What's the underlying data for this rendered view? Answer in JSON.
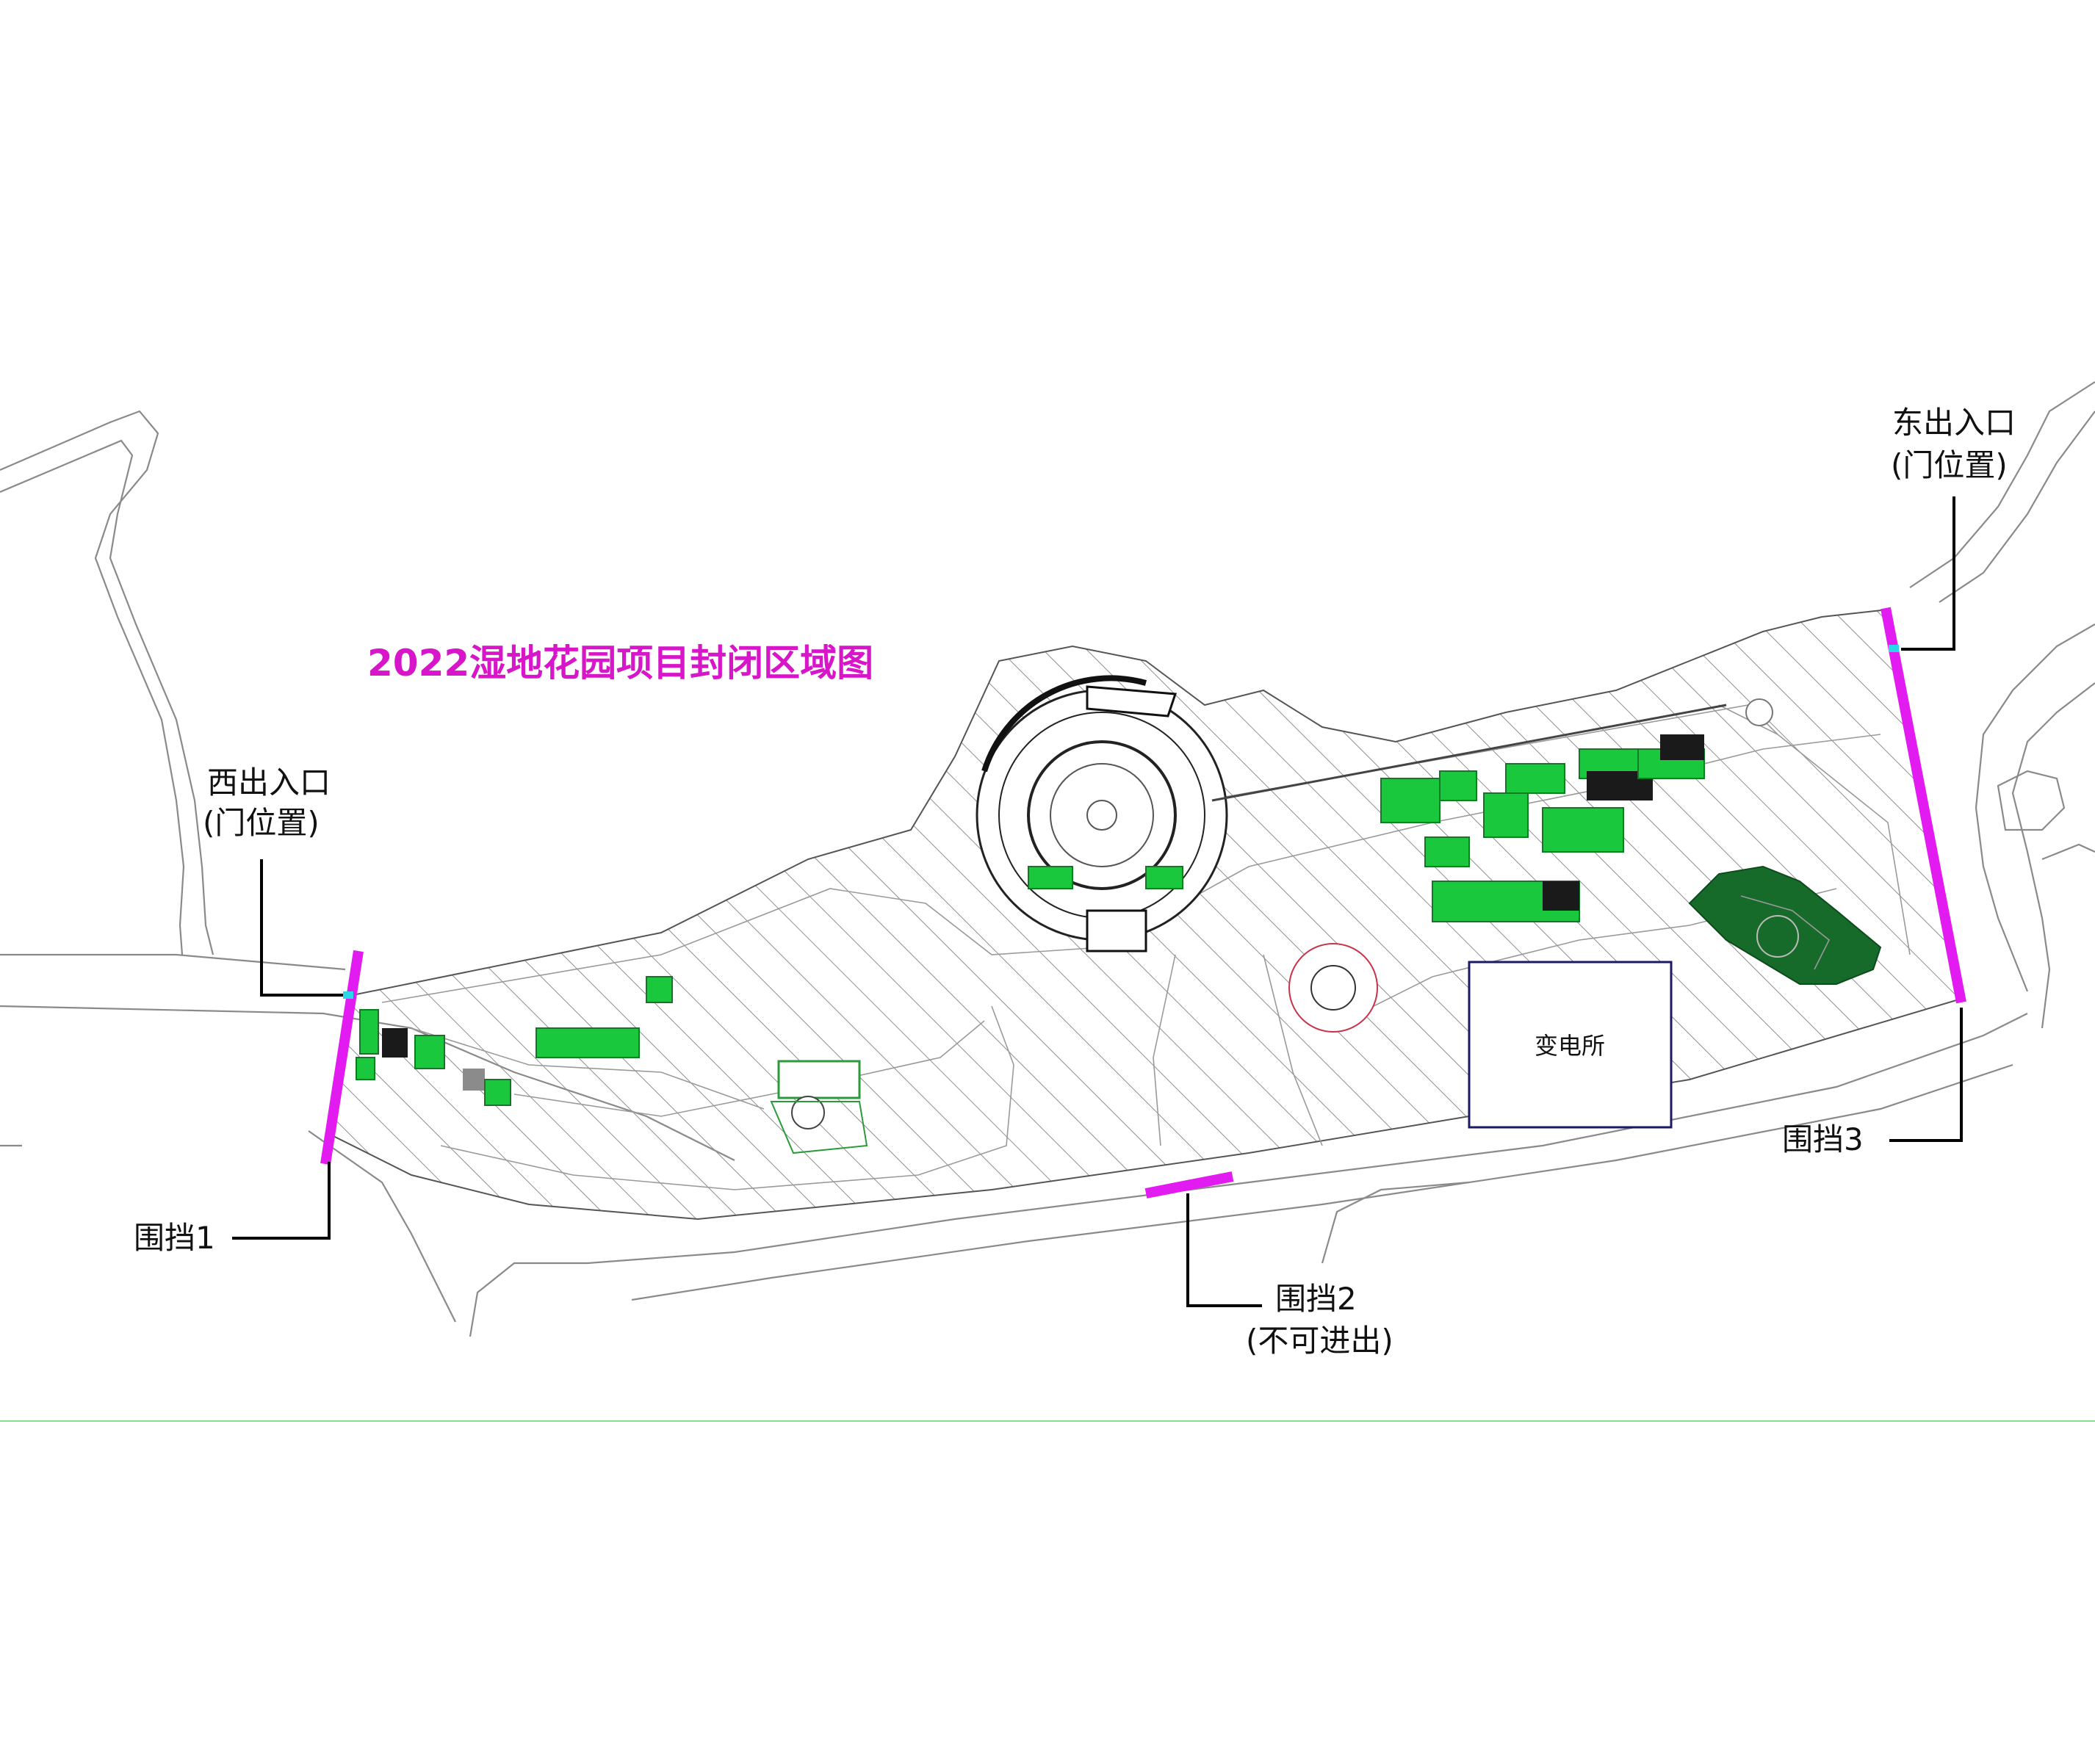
{
  "title": "2022湿地花园项目封闭区域图",
  "colors": {
    "title": "#d616c8",
    "barrier": "#e21bf0",
    "gate": "#2ad7e8",
    "hatch": "#8e8e8e",
    "garden_dark": "#176b2a",
    "garden_light": "#19c83c",
    "substation": "#1a1a66",
    "boundary": "#86e08e"
  },
  "labels": {
    "west_entrance": "西出入口",
    "west_entrance_note": "(门位置)",
    "east_entrance": "东出入口",
    "east_entrance_note": "(门位置)",
    "barrier1": "围挡1",
    "barrier2": "围挡2",
    "barrier2_note": "(不可进出)",
    "barrier3": "围挡3",
    "substation": "变电所"
  },
  "icons": [
    "gate-marker-icon"
  ]
}
